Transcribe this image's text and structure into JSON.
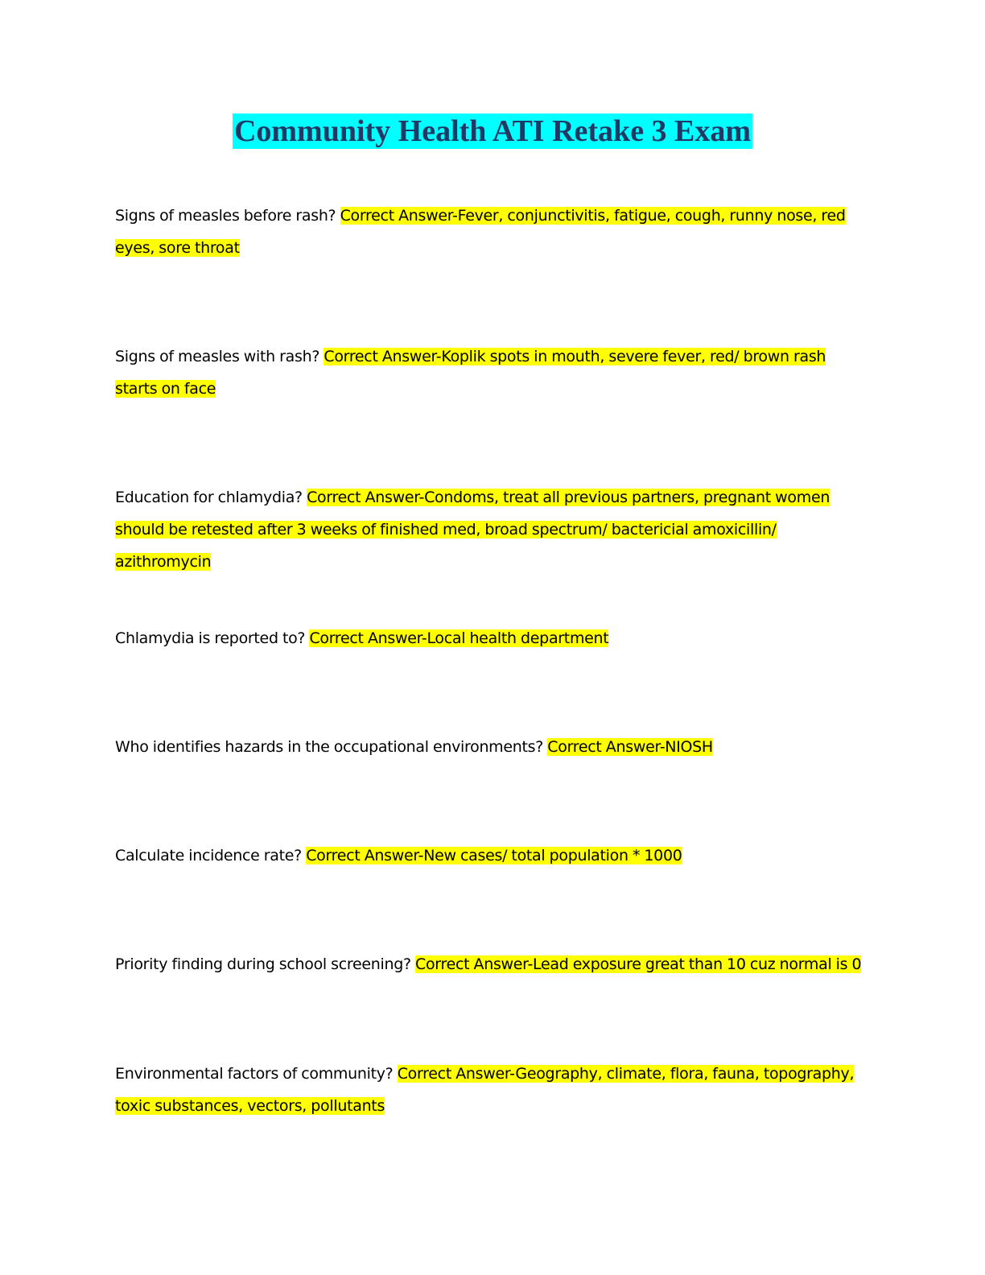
{
  "document": {
    "title": "Community Health ATI Retake 3 Exam",
    "items": [
      {
        "question": "Signs of measles before rash? ",
        "answer": "Correct Answer-Fever, conjunctivitis, fatigue, cough, runny nose, red eyes, sore throat"
      },
      {
        "question": "Signs of measles with rash? ",
        "answer": "Correct Answer-Koplik spots in mouth, severe fever, red/ brown rash starts on face"
      },
      {
        "question": "Education for chlamydia? ",
        "answer": "Correct Answer-Condoms, treat all previous partners, pregnant women should be retested after 3 weeks of finished med, broad spectrum/ bactericial amoxicillin/ azithromycin"
      },
      {
        "question": "Chlamydia is reported to? ",
        "answer": "Correct Answer-Local health department"
      },
      {
        "question": "Who identifies hazards in the occupational environments? ",
        "answer": "Correct Answer-NIOSH"
      },
      {
        "question": "Calculate incidence rate? ",
        "answer": "Correct Answer-New cases/ total population * 1000"
      },
      {
        "question": "Priority finding during school screening? ",
        "answer": "Correct Answer-Lead exposure great than 10 cuz normal is 0"
      },
      {
        "question": "Environmental factors of community? ",
        "answer": "Correct Answer-Geography, climate, flora, fauna, topography, toxic substances, vectors, pollutants"
      }
    ]
  },
  "colors": {
    "title_highlight": "#00ffff",
    "title_text": "#1f3864",
    "answer_highlight": "#ffff00",
    "body_text": "#000000"
  }
}
